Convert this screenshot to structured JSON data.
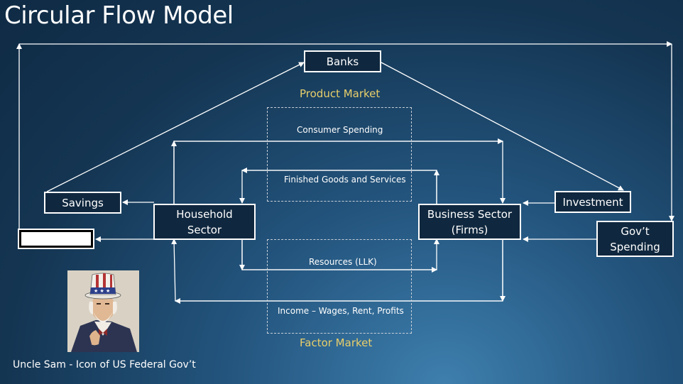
{
  "title": "Circular Flow Model",
  "nodes": {
    "banks": "Banks",
    "savings": "Savings",
    "household_line1": "Household",
    "household_line2": "Sector",
    "business_line1": "Business Sector",
    "business_line2": "(Firms)",
    "investment": "Investment",
    "govt_line1": "Gov’t",
    "govt_line2": "Spending"
  },
  "markets": {
    "product": "Product Market",
    "factor": "Factor Market"
  },
  "flows": {
    "consumer_spending": "Consumer Spending",
    "finished_goods": "Finished Goods and Services",
    "resources": "Resources (LLK)",
    "income": "Income – Wages, Rent, Profits"
  },
  "caption": "Uncle Sam -  Icon of US Federal Gov’t",
  "colors": {
    "market_label": "#e9cf6a",
    "line": "#ffffff"
  }
}
